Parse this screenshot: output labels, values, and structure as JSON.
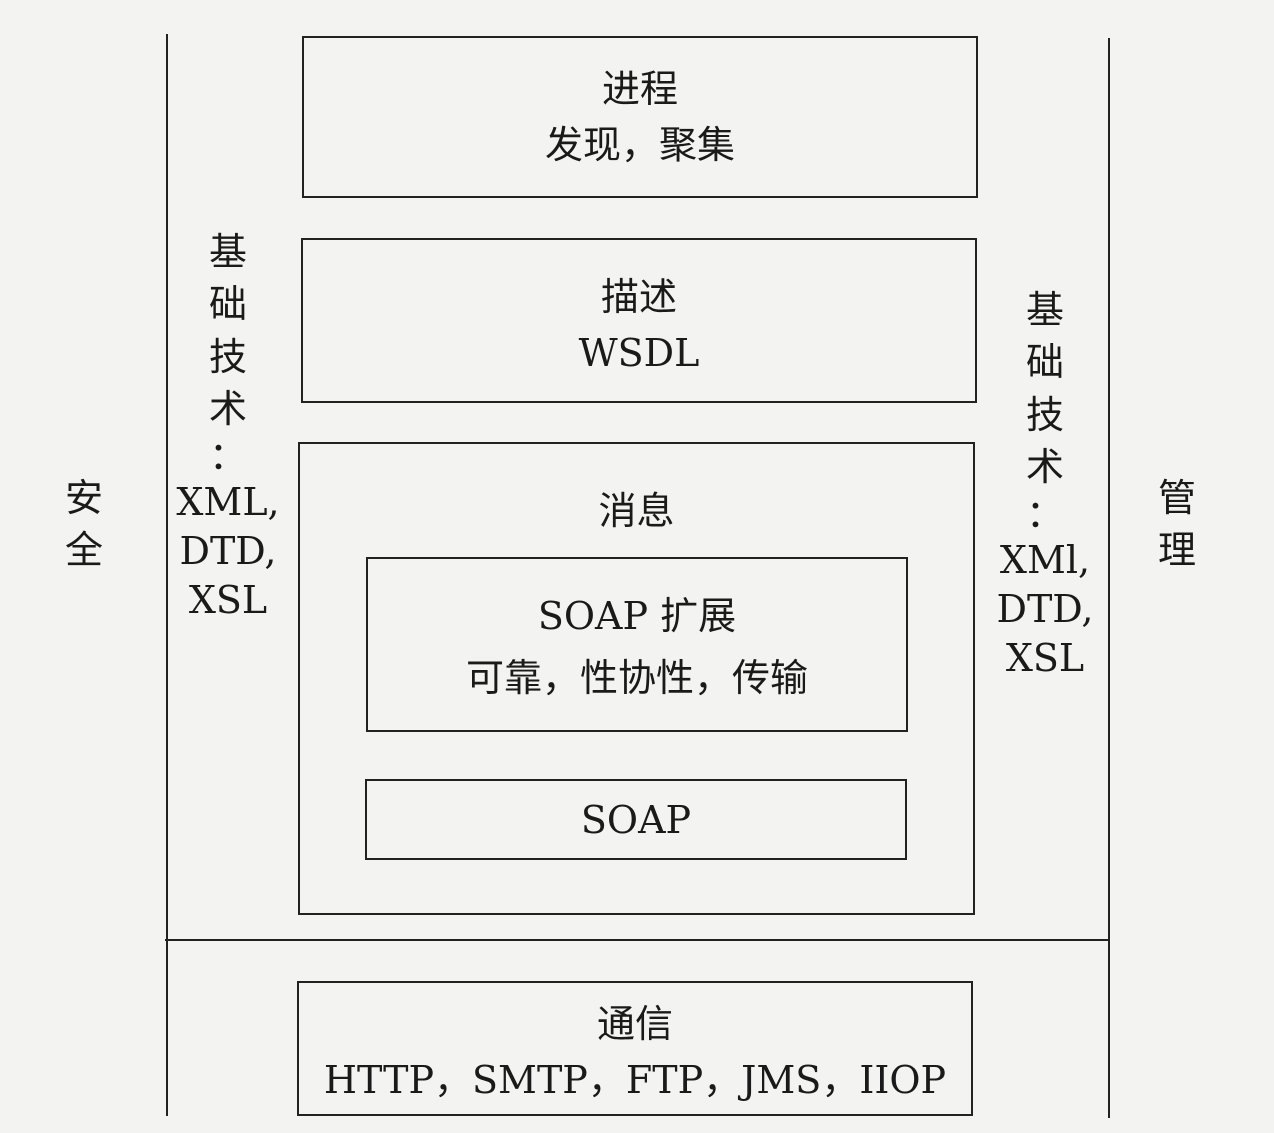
{
  "process": {
    "title": "进程",
    "subtitle": "发现，聚集"
  },
  "description": {
    "title": "描述",
    "subtitle": "WSDL"
  },
  "messaging": {
    "title": "消息",
    "soap_extension": {
      "title": "SOAP 扩展",
      "subtitle": "可靠，性协性，传输"
    },
    "soap": {
      "title": "SOAP"
    }
  },
  "communication": {
    "title": "通信",
    "subtitle": "HTTP，SMTP，FTP，JMS，IIOP"
  },
  "left_foundation": [
    "基",
    "础",
    "技",
    "术",
    "：",
    "XML,",
    "DTD,",
    "XSL"
  ],
  "right_foundation": [
    "基",
    "础",
    "技",
    "术",
    "：",
    "XMl,",
    "DTD,",
    "XSL"
  ],
  "security": [
    "安",
    "全"
  ],
  "management": [
    "管",
    "理"
  ]
}
